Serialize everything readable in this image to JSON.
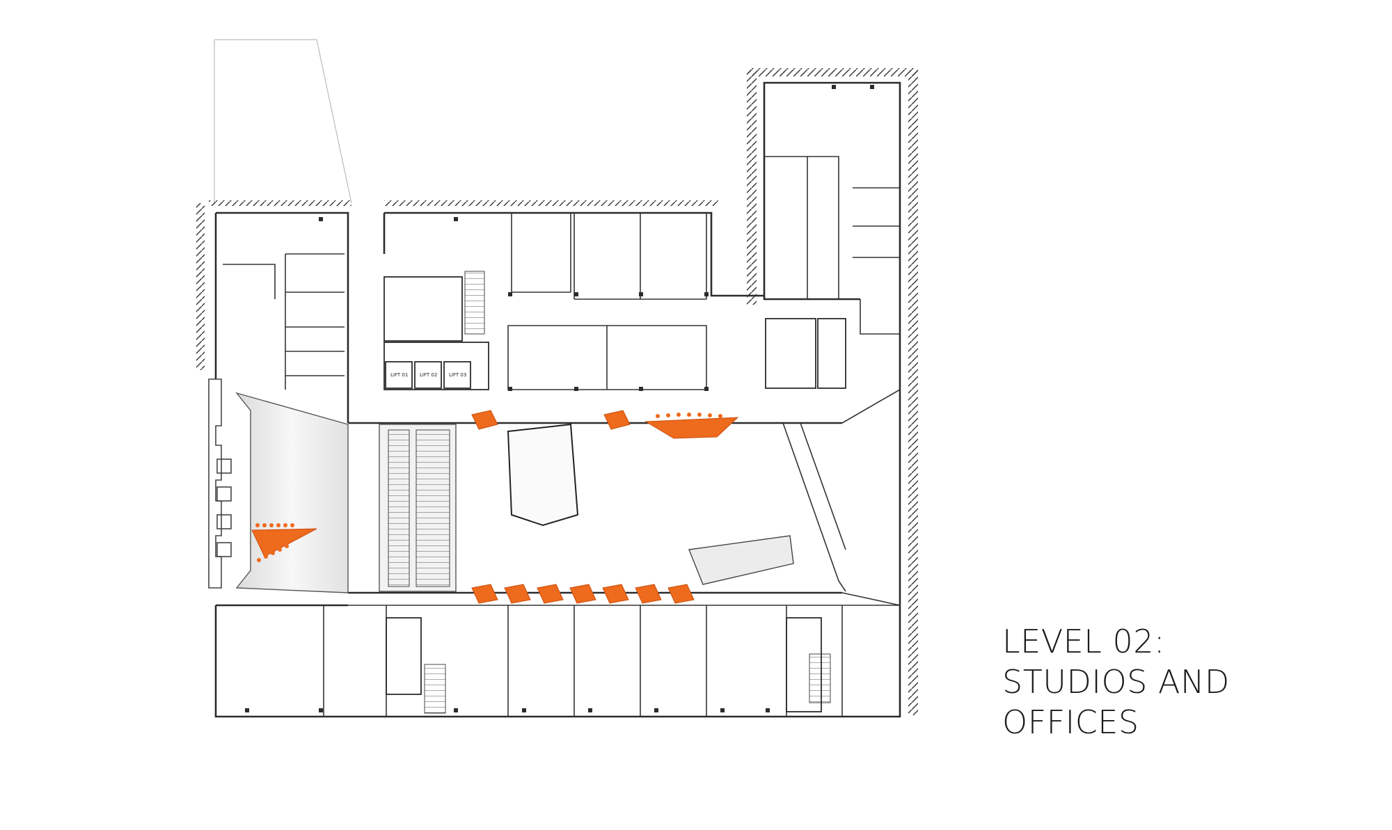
{
  "caption": {
    "line1": "LEVEL 02:",
    "line2": "STUDIOS AND",
    "line3": "OFFICES"
  },
  "lifts": [
    "LIFT 01",
    "LIFT 02",
    "LIFT 03"
  ],
  "colors": {
    "background": "#ffffff",
    "walls": "#2b2b2b",
    "furniture_highlight": "#ee6a1c",
    "atrium_shading": "#e6e6e6"
  }
}
